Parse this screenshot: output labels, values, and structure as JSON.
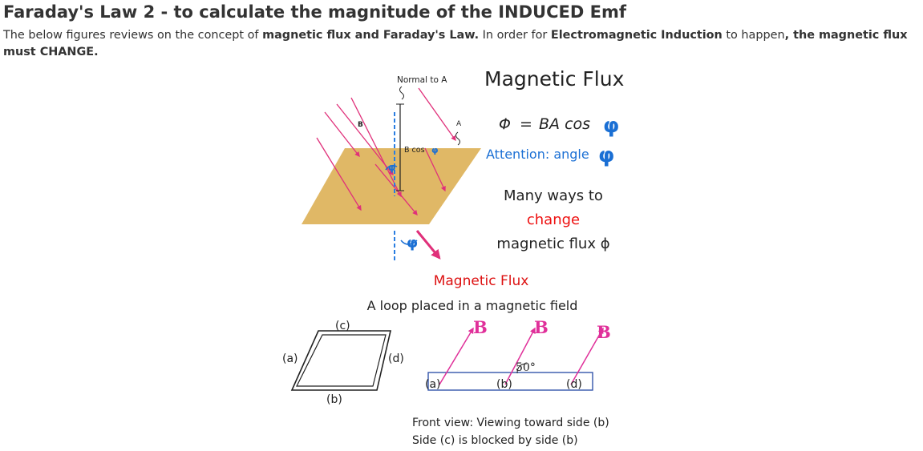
{
  "header": {
    "title": "Faraday's Law 2 - to calculate the magnitude of the INDUCED Emf",
    "intro": {
      "t1": "The below figures reviews on the concept of ",
      "b1": "magnetic flux and Faraday's Law.",
      "t2": " In order for ",
      "b2": "Electromagnetic Induction",
      "t3": " to happen",
      "b3": ", the magnetic flux must CHANGE."
    }
  },
  "figure_top": {
    "normal_label": "Normal to A",
    "b_label": "B",
    "a_label": "A",
    "bcos_label": "B cos",
    "phi_glyph": "φ",
    "heading": "Magnetic Flux",
    "formula_lhs": "Φ",
    "formula_eq": "=",
    "formula_rhs": "BA cos",
    "attention": "Attention: angle",
    "ways_line1": "Many ways to",
    "ways_line2": "change",
    "ways_line3": "magnetic flux ϕ",
    "colors": {
      "phi_blue": "#1a6fd4",
      "change_red": "#ee1111",
      "arrow_pink": "#e0307a",
      "plate": "#e0b866",
      "dashed_blue": "#2a7de1"
    }
  },
  "figure_bottom": {
    "heading": "Magnetic Flux",
    "subheading": "A loop placed in a magnetic field",
    "label_c": "(c)",
    "label_a": "(a)",
    "label_d": "(d)",
    "label_b": "(b)",
    "field_b": "B",
    "front_a": "(a)",
    "front_b": "(b)",
    "front_d": "(d)",
    "angle": "50°",
    "caption_line1": "Front view: Viewing toward side (b)",
    "caption_line2": "Side (c) is blocked by side (b)",
    "colors": {
      "heading_red": "#dd1111",
      "field_pink": "#e0309a",
      "loop_blue": "#3355aa"
    }
  }
}
